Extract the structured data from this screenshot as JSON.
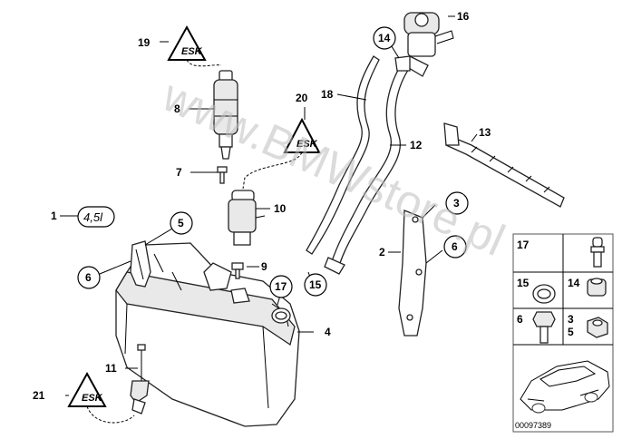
{
  "callouts": {
    "c1": "1",
    "c2": "2",
    "c3": "3",
    "c4": "4",
    "c5": "5",
    "c6": "6",
    "c6b": "6",
    "c7": "7",
    "c8": "8",
    "c9": "9",
    "c10": "10",
    "c11": "11",
    "c12": "12",
    "c13": "13",
    "c14": "14",
    "c15": "15",
    "c16": "16",
    "c17": "17",
    "c18": "18",
    "c19": "19",
    "c20": "20",
    "c21": "21"
  },
  "capacity_label": "4,5l",
  "watermark": "www.BMWstore.pl",
  "legend": {
    "cell_17": "17",
    "cell_15": "15",
    "cell_14": "14",
    "cell_6": "6",
    "cell_3": "3",
    "cell_5": "5"
  },
  "diagram_id": "00097389"
}
